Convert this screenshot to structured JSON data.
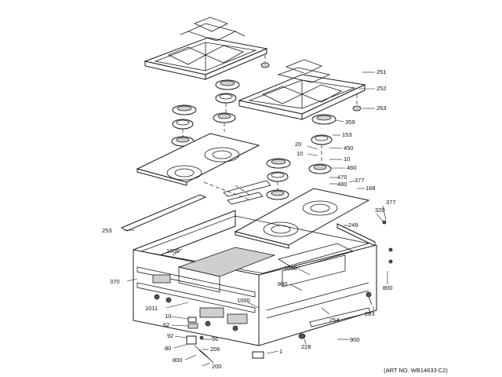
{
  "diagram": {
    "art_number": "(ART NO. WB14633 C2)",
    "labels": [
      {
        "id": "251",
        "text": "251"
      },
      {
        "id": "252",
        "text": "252"
      },
      {
        "id": "263",
        "text": "263"
      },
      {
        "id": "359",
        "text": "359"
      },
      {
        "id": "153",
        "text": "153"
      },
      {
        "id": "20",
        "text": "20"
      },
      {
        "id": "450",
        "text": "450"
      },
      {
        "id": "10a",
        "text": "10"
      },
      {
        "id": "10b",
        "text": "10"
      },
      {
        "id": "460",
        "text": "460"
      },
      {
        "id": "470",
        "text": "470"
      },
      {
        "id": "480",
        "text": "480"
      },
      {
        "id": "377a",
        "text": "377"
      },
      {
        "id": "168",
        "text": "168"
      },
      {
        "id": "377b",
        "text": "377"
      },
      {
        "id": "320",
        "text": "320"
      },
      {
        "id": "249",
        "text": "249"
      },
      {
        "id": "253",
        "text": "253"
      },
      {
        "id": "1000a",
        "text": "1000"
      },
      {
        "id": "370",
        "text": "370"
      },
      {
        "id": "1000b",
        "text": "1000"
      },
      {
        "id": "800a",
        "text": "800"
      },
      {
        "id": "800b",
        "text": "800"
      },
      {
        "id": "1011",
        "text": "1011"
      },
      {
        "id": "1000c",
        "text": "1000"
      },
      {
        "id": "254",
        "text": "254"
      },
      {
        "id": "283",
        "text": "283"
      },
      {
        "id": "10c",
        "text": "10"
      },
      {
        "id": "62",
        "text": "62"
      },
      {
        "id": "92",
        "text": "92"
      },
      {
        "id": "56",
        "text": "56"
      },
      {
        "id": "80",
        "text": "80"
      },
      {
        "id": "206",
        "text": "206"
      },
      {
        "id": "800c",
        "text": "800"
      },
      {
        "id": "200",
        "text": "200"
      },
      {
        "id": "1",
        "text": "1"
      },
      {
        "id": "228",
        "text": "228"
      },
      {
        "id": "900",
        "text": "900"
      }
    ]
  }
}
